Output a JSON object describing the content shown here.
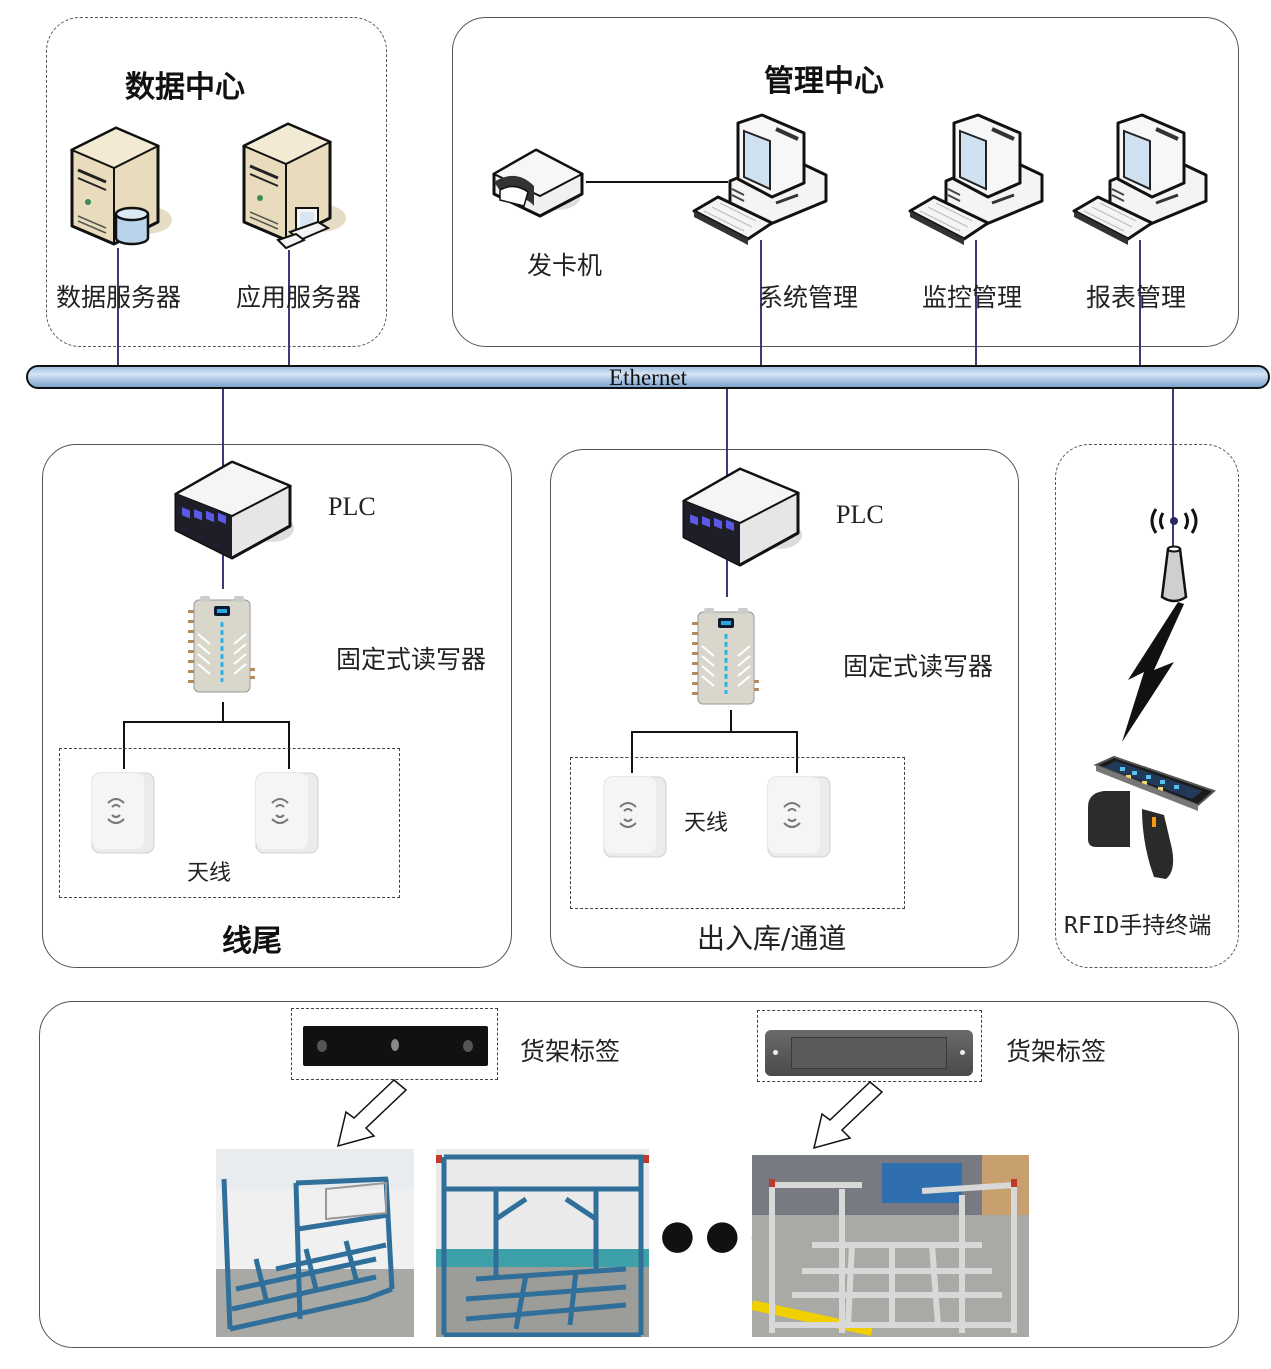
{
  "data_center": {
    "title": "数据中心",
    "data_server_label": "数据服务器",
    "app_server_label": "应用服务器"
  },
  "management_center": {
    "title": "管理中心",
    "card_issuer_label": "发卡机",
    "system_mgmt_label": "系统管理",
    "monitor_mgmt_label": "监控管理",
    "report_mgmt_label": "报表管理"
  },
  "network": {
    "bus_label": "Ethernet"
  },
  "line_end": {
    "title": "线尾",
    "plc_label": "PLC",
    "reader_label": "固定式读写器",
    "antenna_label": "天线"
  },
  "warehouse_channel": {
    "title": "出入库/通道",
    "plc_label": "PLC",
    "reader_label": "固定式读写器",
    "antenna_label": "天线"
  },
  "handheld": {
    "label": "RFID手持终端"
  },
  "shelves": {
    "tag1_label": "货架标签",
    "tag2_label": "货架标签",
    "ellipsis": "●●●"
  },
  "colors": {
    "link_line": "#3c3a78",
    "bus_fill": "#b2cbe6",
    "rack_blue": "#2f6f9a",
    "rack_gray": "#c9c9c9"
  }
}
